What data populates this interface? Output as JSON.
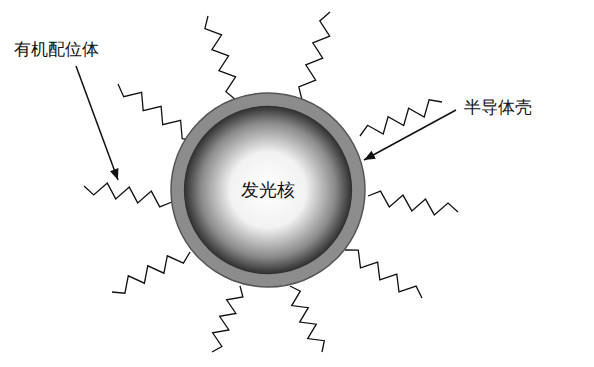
{
  "diagram": {
    "nodes": [
      {
        "text": [
          "发光核"
        ]
      }
    ],
    "labels": [
      "有机配位体",
      "半导体壳"
    ]
  }
}
